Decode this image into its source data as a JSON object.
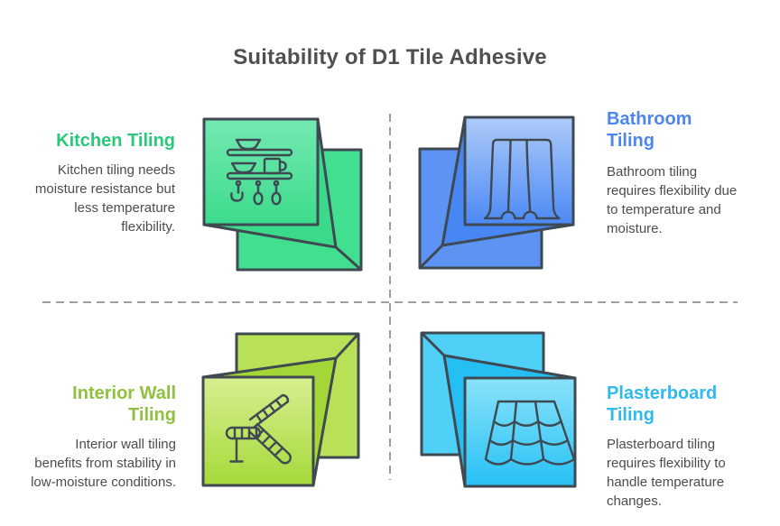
{
  "title": "Suitability of D1 Tile Adhesive",
  "divider_color": "#9e9e9e",
  "title_color": "#4e5154",
  "body_text_color": "#4c4c4c",
  "quadrants": [
    {
      "id": "kitchen-tiling",
      "heading": "Kitchen Tiling",
      "description": "Kitchen tiling needs moisture resistance but less temperature flexibility.",
      "accent_color": "#2bc87c",
      "icon": "kitchen-shelves-cube-icon",
      "cube_colors": {
        "light": "#74e9b2",
        "dark": "#3cdb8c"
      }
    },
    {
      "id": "bathroom-tiling",
      "heading": "Bathroom Tiling",
      "description": "Bathroom tiling requires flexibility due to temperature and moisture.",
      "accent_color": "#4c86ee",
      "icon": "shower-curtain-cube-icon",
      "cube_colors": {
        "light": "#aecbf8",
        "dark": "#4b89f5"
      }
    },
    {
      "id": "interior-wall-tiling",
      "heading": "Interior Wall Tiling",
      "description": "Interior wall tiling benefits from stability in low-moisture conditions.",
      "accent_color": "#90c040",
      "icon": "stair-railing-cube-icon",
      "cube_colors": {
        "light": "#d6ef90",
        "dark": "#a6d93a"
      }
    },
    {
      "id": "plasterboard-tiling",
      "heading": "Plasterboard Tiling",
      "description": "Plasterboard tiling requires flexibility to handle temperature changes.",
      "accent_color": "#2fb9ec",
      "icon": "roof-tiles-cube-icon",
      "cube_colors": {
        "light": "#8ae2f9",
        "dark": "#27c1f5"
      }
    }
  ]
}
